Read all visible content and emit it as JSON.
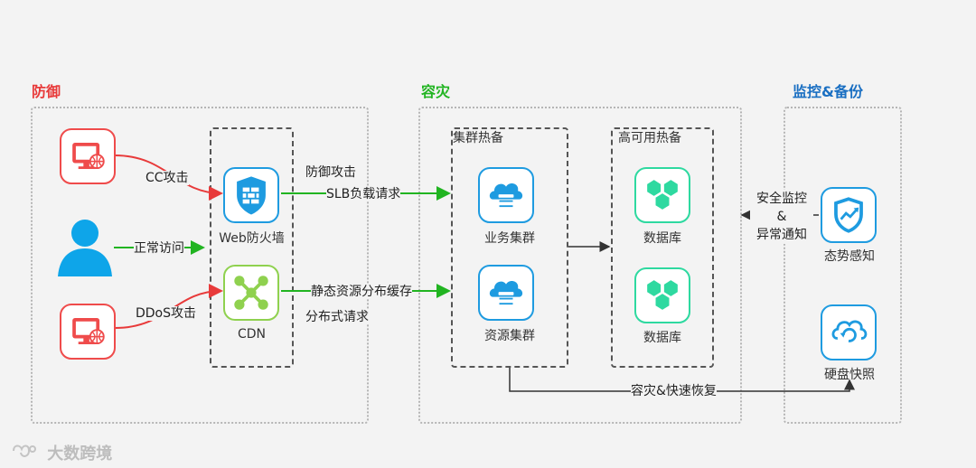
{
  "sections": {
    "defense": {
      "title": "防御",
      "color": "#e83a3a"
    },
    "disaster": {
      "title": "容灾",
      "color": "#21b421"
    },
    "monitor": {
      "title": "监控&备份",
      "color": "#1a6fc2"
    }
  },
  "groups": {
    "cluster_hot": "集群热备",
    "ha_hot": "高可用热备"
  },
  "nodes": {
    "waf": "Web防火墙",
    "cdn": "CDN",
    "biz_cluster": "业务集群",
    "res_cluster": "资源集群",
    "db1": "数据库",
    "db2": "数据库",
    "situation": "态势感知",
    "snapshot": "硬盘快照"
  },
  "edges": {
    "cc_attack": "CC攻击",
    "normal_visit": "正常访问",
    "ddos_attack": "DDoS攻击",
    "defense_attack": "防御攻击",
    "slb_request": "SLB负载请求",
    "static_cache": "静态资源分布缓存",
    "distributed_request": "分布式请求",
    "monitor_line1": "安全监控",
    "monitor_line2": "&",
    "monitor_line3": "异常通知",
    "recovery": "容灾&快速恢复"
  },
  "watermark": "大数跨境",
  "colors": {
    "attack_arrow": "#e83a3a",
    "normal_arrow": "#21b421",
    "icon_red": "#ef4b4b",
    "icon_blue": "#1e9be0",
    "icon_green": "#8fd14f",
    "icon_teal": "#2ed9a0"
  }
}
